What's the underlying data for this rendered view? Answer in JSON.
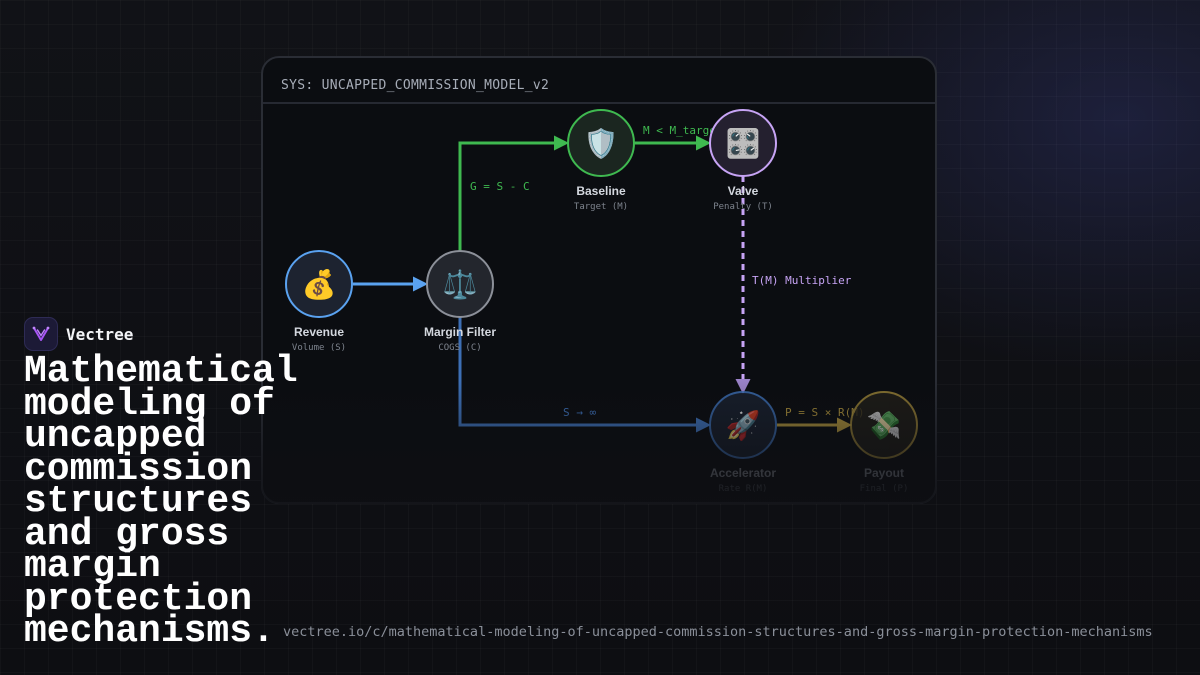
{
  "panel": {
    "title": "SYS: UNCAPPED_COMMISSION_MODEL_v2"
  },
  "nodes": [
    {
      "id": "revenue",
      "label": "Revenue",
      "sub": "Volume (S)",
      "icon": "money-bag-icon",
      "glyph": "💰",
      "color": "#5aa2f0"
    },
    {
      "id": "margin",
      "label": "Margin Filter",
      "sub": "COGS (C)",
      "icon": "balance-scale-icon",
      "glyph": "⚖️",
      "color": "#8c9099"
    },
    {
      "id": "baseline",
      "label": "Baseline",
      "sub": "Target (M)",
      "icon": "shield-icon",
      "glyph": "🛡️",
      "color": "#3fb950"
    },
    {
      "id": "valve",
      "label": "Valve",
      "sub": "Penalty (T)",
      "icon": "control-knobs-icon",
      "glyph": "🎛️",
      "color": "#c7a4f5"
    },
    {
      "id": "accelerator",
      "label": "Accelerator",
      "sub": "Rate R(M)",
      "icon": "rocket-icon",
      "glyph": "🚀",
      "color": "#3d6fb5"
    },
    {
      "id": "payout",
      "label": "Payout",
      "sub": "Final (P)",
      "icon": "money-wings-icon",
      "glyph": "💸",
      "color": "#a38a3a"
    }
  ],
  "edges": [
    {
      "from": "revenue",
      "to": "margin",
      "label": "",
      "color": "#5aa2f0"
    },
    {
      "from": "margin",
      "to": "baseline",
      "label": "G = S - C",
      "color": "#3fb950"
    },
    {
      "from": "baseline",
      "to": "valve",
      "label": "M < M_target",
      "color": "#3fb950"
    },
    {
      "from": "valve",
      "to": "accelerator",
      "label": "T(M) Multiplier",
      "color": "#c7a4f5"
    },
    {
      "from": "margin",
      "to": "accelerator",
      "label": "S → ∞",
      "color": "#3d6fb5"
    },
    {
      "from": "accelerator",
      "to": "payout",
      "label": "P = S × R(M)",
      "color": "#a38a3a"
    }
  ],
  "brand": {
    "name": "Vectree",
    "accent": "#a855f7"
  },
  "headline": "Mathematical modeling of uncapped commission structures and gross margin protection mechanisms.",
  "url": "vectree.io/c/mathematical-modeling-of-uncapped-commission-structures-and-gross-margin-protection-mechanisms"
}
